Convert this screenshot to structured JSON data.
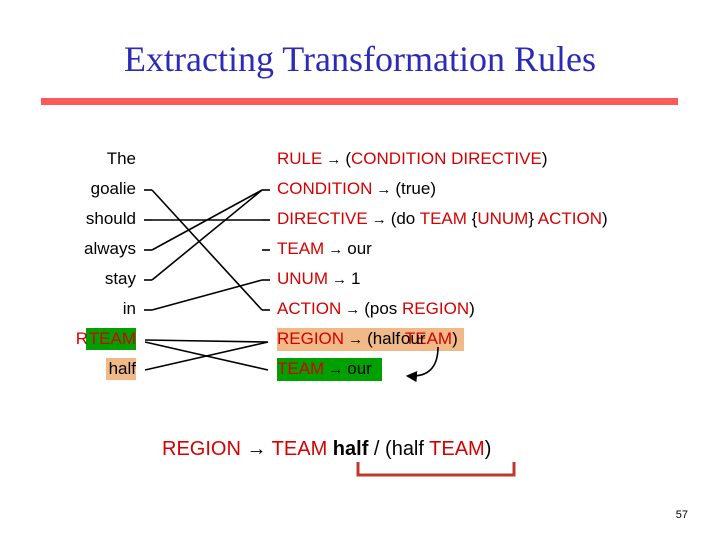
{
  "title": "Extracting Transformation Rules",
  "sentence": {
    "words": [
      "The",
      "goalie",
      "should",
      "always",
      "stay",
      "in",
      "TEAM",
      "half"
    ],
    "overlap_text": "R"
  },
  "rules": {
    "r1": {
      "lhs": "RULE",
      "rhs": "(CONDITION DIRECTIVE)"
    },
    "r2": {
      "lhs": "CONDITION",
      "rhs": "(true)"
    },
    "r3": {
      "lhs": "DIRECTIVE",
      "rhs_1": "(do ",
      "rhs_2": "TEAM",
      "rhs_3": " {",
      "rhs_4": "UNUM",
      "rhs_5": "} ",
      "rhs_6": "ACTION",
      "rhs_7": ")"
    },
    "r4": {
      "lhs": "TEAM",
      "rhs": "our"
    },
    "r5": {
      "lhs": "UNUM",
      "rhs": "1"
    },
    "r6": {
      "lhs": "ACTION",
      "rhs_1": "(pos ",
      "rhs_2": "REGION",
      "rhs_3": ")"
    },
    "r7": {
      "lhs": "REGION",
      "rhs_1": "(half ",
      "rhs_2": "TEAM",
      "rhs_3": ")",
      "overlay": "our"
    },
    "r8": {
      "lhs": "TEAM",
      "rhs": "our"
    }
  },
  "arrow_glyph": "→",
  "bottom": {
    "lhs": "REGION",
    "t1": "TEAM",
    "t2": "half",
    "sep": " / (half ",
    "t3": "TEAM",
    "close": ")"
  },
  "page_number": "57",
  "colors": {
    "title": "#2b2bb8",
    "title_rule": "#ff5a5a",
    "nonterminal": "#d60000",
    "highlight_green": "#00a000",
    "highlight_orange": "#f1b987",
    "bracket": "#c0392b"
  }
}
